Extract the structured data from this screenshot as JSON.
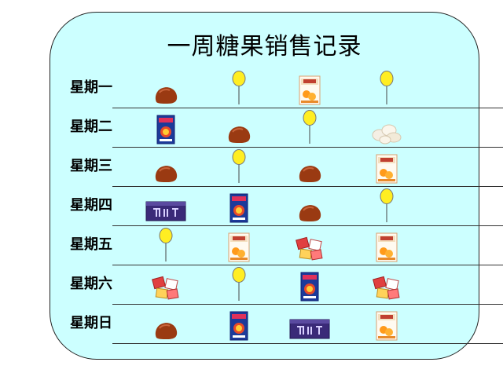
{
  "title": "一周糖果销售记录",
  "colors": {
    "panel": "#ccffff",
    "lollipop": "#ffee22",
    "toffee": "#9a3a12"
  },
  "rows": [
    {
      "day": "星期一",
      "items": [
        "toffee",
        "lollipop",
        "orange-candy-bag",
        "lollipop"
      ]
    },
    {
      "day": "星期二",
      "items": [
        "blue-candy-pack",
        "toffee",
        "lollipop",
        "white-candies"
      ]
    },
    {
      "day": "星期三",
      "items": [
        "toffee",
        "lollipop",
        "toffee",
        "orange-candy-bag"
      ]
    },
    {
      "day": "星期四",
      "items": [
        "chocolate-bar",
        "blue-candy-pack",
        "toffee",
        "lollipop"
      ]
    },
    {
      "day": "星期五",
      "items": [
        "lollipop",
        "orange-candy-bag",
        "wrapped-candies",
        "orange-candy-bag"
      ]
    },
    {
      "day": "星期六",
      "items": [
        "wrapped-candies",
        "lollipop",
        "blue-candy-pack",
        "wrapped-candies"
      ]
    },
    {
      "day": "星期日",
      "items": [
        "toffee",
        "blue-candy-pack",
        "chocolate-bar",
        "orange-candy-bag"
      ]
    }
  ]
}
